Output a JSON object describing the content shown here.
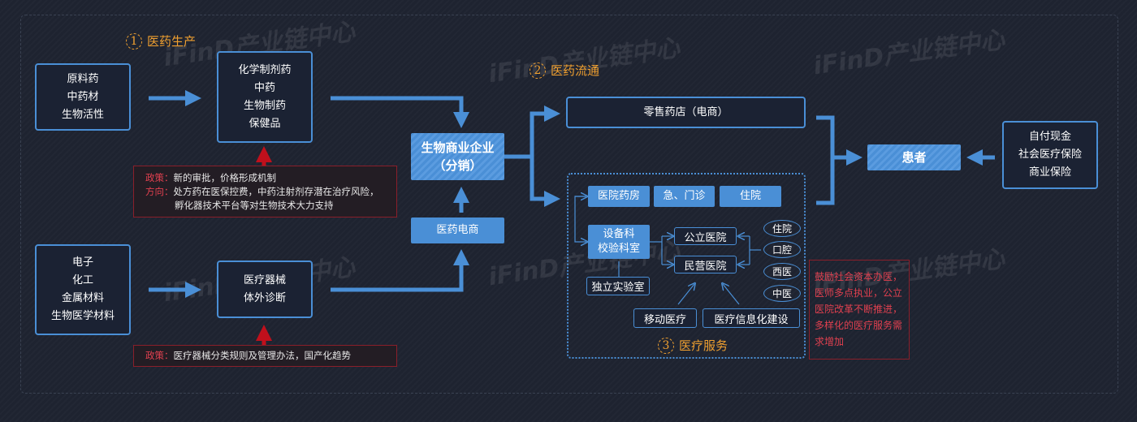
{
  "watermark": "iFinD产业链中心",
  "sections": {
    "s1": {
      "num": "1",
      "label": "医药生产"
    },
    "s2": {
      "num": "2",
      "label": "医药流通"
    },
    "s3": {
      "num": "3",
      "label": "医疗服务"
    }
  },
  "raw_materials": [
    "原料药",
    "中药材",
    "生物活性"
  ],
  "pharma_products": [
    "化学制剂药",
    "中药",
    "生物制药",
    "保健品"
  ],
  "device_materials": [
    "电子",
    "化工",
    "金属材料",
    "生物医学材",
    "料"
  ],
  "device_products": [
    "医疗器械",
    "体外诊断"
  ],
  "policy1": {
    "tag1": "政策：",
    "text1": "新的审批，价格形成机制",
    "tag2": "方向：",
    "text2": "处方药在医保控费，中药注射剂存潜在治疗风险，",
    "text3": "孵化器技术平台等对生物技术大力支持"
  },
  "policy2": {
    "tag": "政策：",
    "text": "医疗器械分类规则及管理办法，国产化趋势"
  },
  "distributor": [
    "生物商业企业",
    "（分销）"
  ],
  "ecommerce": "医药电商",
  "retail": "零售药店（电商）",
  "hospital": {
    "pharmacy": "医院药房",
    "emergency": "急、门诊",
    "inpatient": "住院",
    "equipment": [
      "设备科",
      "校验科室"
    ],
    "lab": "独立实验室",
    "public": "公立医院",
    "private": "民营医院",
    "specialties": [
      "住院",
      "口腔",
      "西医",
      "中医"
    ],
    "mobile": "移动医疗",
    "it": "医疗信息化建设"
  },
  "note": "鼓励社会资本办医，医师多点执业，公立医院改革不断推进，多样化的医疗服务需求增加",
  "patient": "患者",
  "payment": [
    "自付现金",
    "社会医疗保险",
    "商业保险"
  ]
}
